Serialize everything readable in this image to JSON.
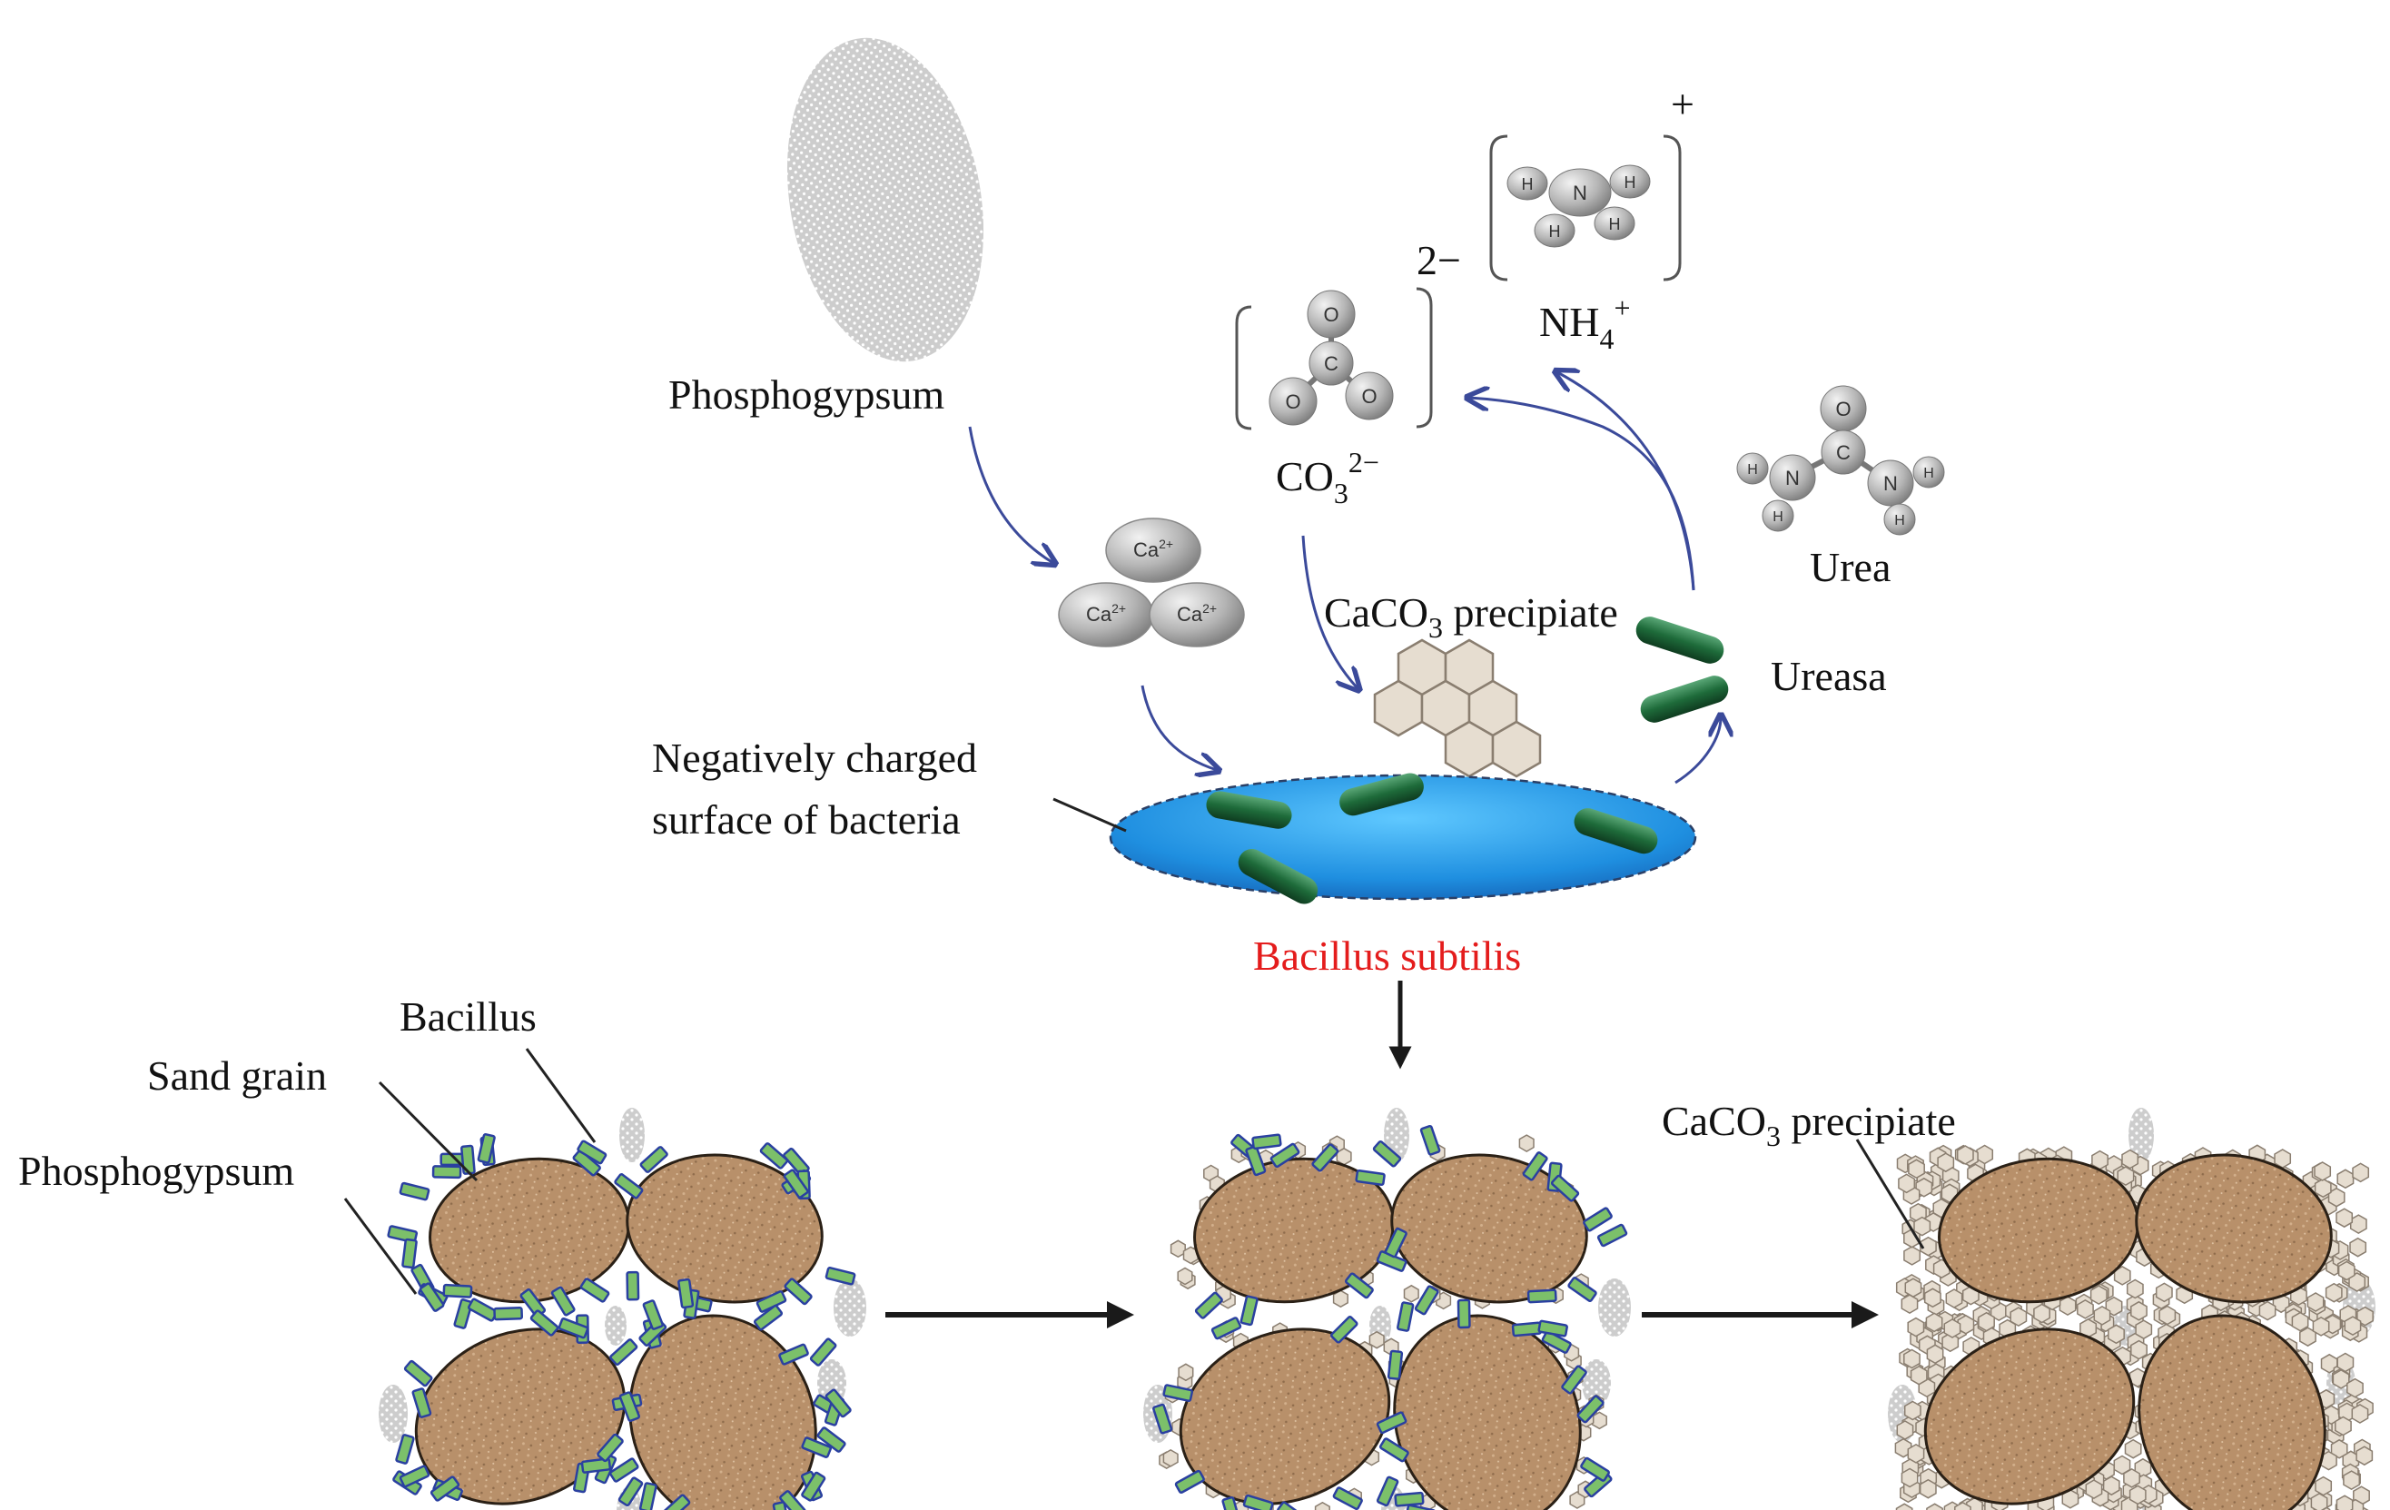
{
  "labels": {
    "phosphogypsum_top": "Phosphogypsum",
    "co3_main": "CO",
    "co3_sub": "3",
    "co3_sup": "2−",
    "co3_bracket_charge": "2−",
    "nh4_main": "NH",
    "nh4_sub": "4",
    "nh4_sup": "+",
    "nh4_bracket_charge": "+",
    "urea": "Urea",
    "caco3_top_main": "CaCO",
    "caco3_top_sub": "3",
    "caco3_top_rest": " precipiate",
    "ureasa": "Ureasa",
    "neg_line1": "Negatively charged",
    "neg_line2": "surface of bacteria",
    "bacillus_subtilis": "Bacillus subtilis",
    "bacillus": "Bacillus",
    "sand_grain": "Sand grain",
    "phosphogypsum_bottom": "Phosphogypsum",
    "caco3_bottom_main": "CaCO",
    "caco3_bottom_sub": "3",
    "caco3_bottom_rest": " precipiate"
  },
  "atoms": {
    "ca": "Ca",
    "ca_charge": "2+",
    "o": "O",
    "c": "C",
    "n": "N",
    "h": "H"
  },
  "colors": {
    "arrow_blue": "#3b4a9a",
    "dish_blue": "#1f8fe0",
    "bacteria_green": "#1e6b3a",
    "sand_brown": "#b8906a",
    "crystal": "#e6ddd0",
    "gypsum_grey": "#cfcfcf",
    "label_red": "#e41c1c"
  }
}
